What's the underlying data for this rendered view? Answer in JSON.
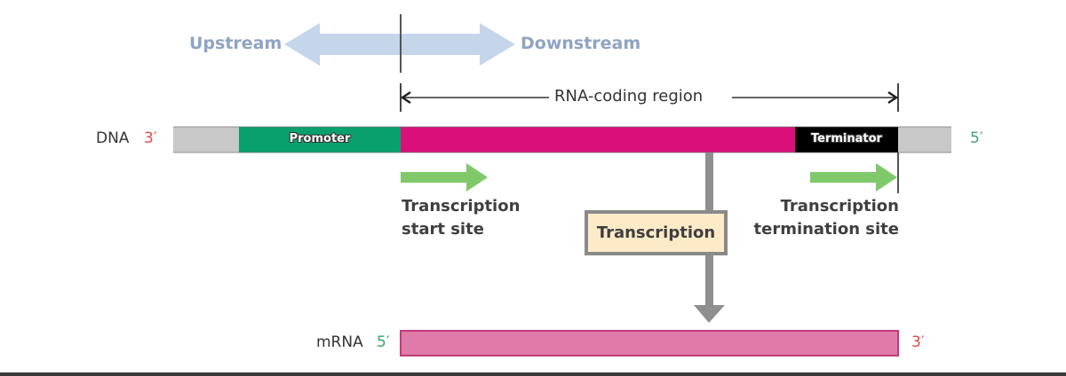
{
  "direction": {
    "upstream_label": "Upstream",
    "downstream_label": "Downstream"
  },
  "coding_region": {
    "label": "RNA-coding region"
  },
  "dna": {
    "label": "DNA",
    "left_end": "3′",
    "right_end": "5′",
    "segments": [
      {
        "name": "flank-left",
        "label": "",
        "color": "#c8c8c8"
      },
      {
        "name": "promoter",
        "label": "Promoter",
        "color": "#0aa06e"
      },
      {
        "name": "coding",
        "label": "",
        "color": "#d9107a"
      },
      {
        "name": "terminator",
        "label": "Terminator",
        "color": "#000000"
      },
      {
        "name": "flank-right",
        "label": "",
        "color": "#c8c8c8"
      }
    ]
  },
  "sites": {
    "start_line1": "Transcription",
    "start_line2": "start site",
    "termination_line1": "Transcription",
    "termination_line2": "termination site"
  },
  "process": {
    "label": "Transcription"
  },
  "mrna": {
    "label": "mRNA",
    "left_end": "5′",
    "right_end": "3′",
    "color": "#e07aa8"
  },
  "colors": {
    "prime_red": "#e04a4a",
    "prime_green": "#3aa56a",
    "arrow_green": "#7fc96a",
    "arrow_blue": "#c5d5ea",
    "process_box_fill": "#fdebc8",
    "process_box_border": "#8a8a8a",
    "flow_arrow": "#8f8f8f"
  }
}
